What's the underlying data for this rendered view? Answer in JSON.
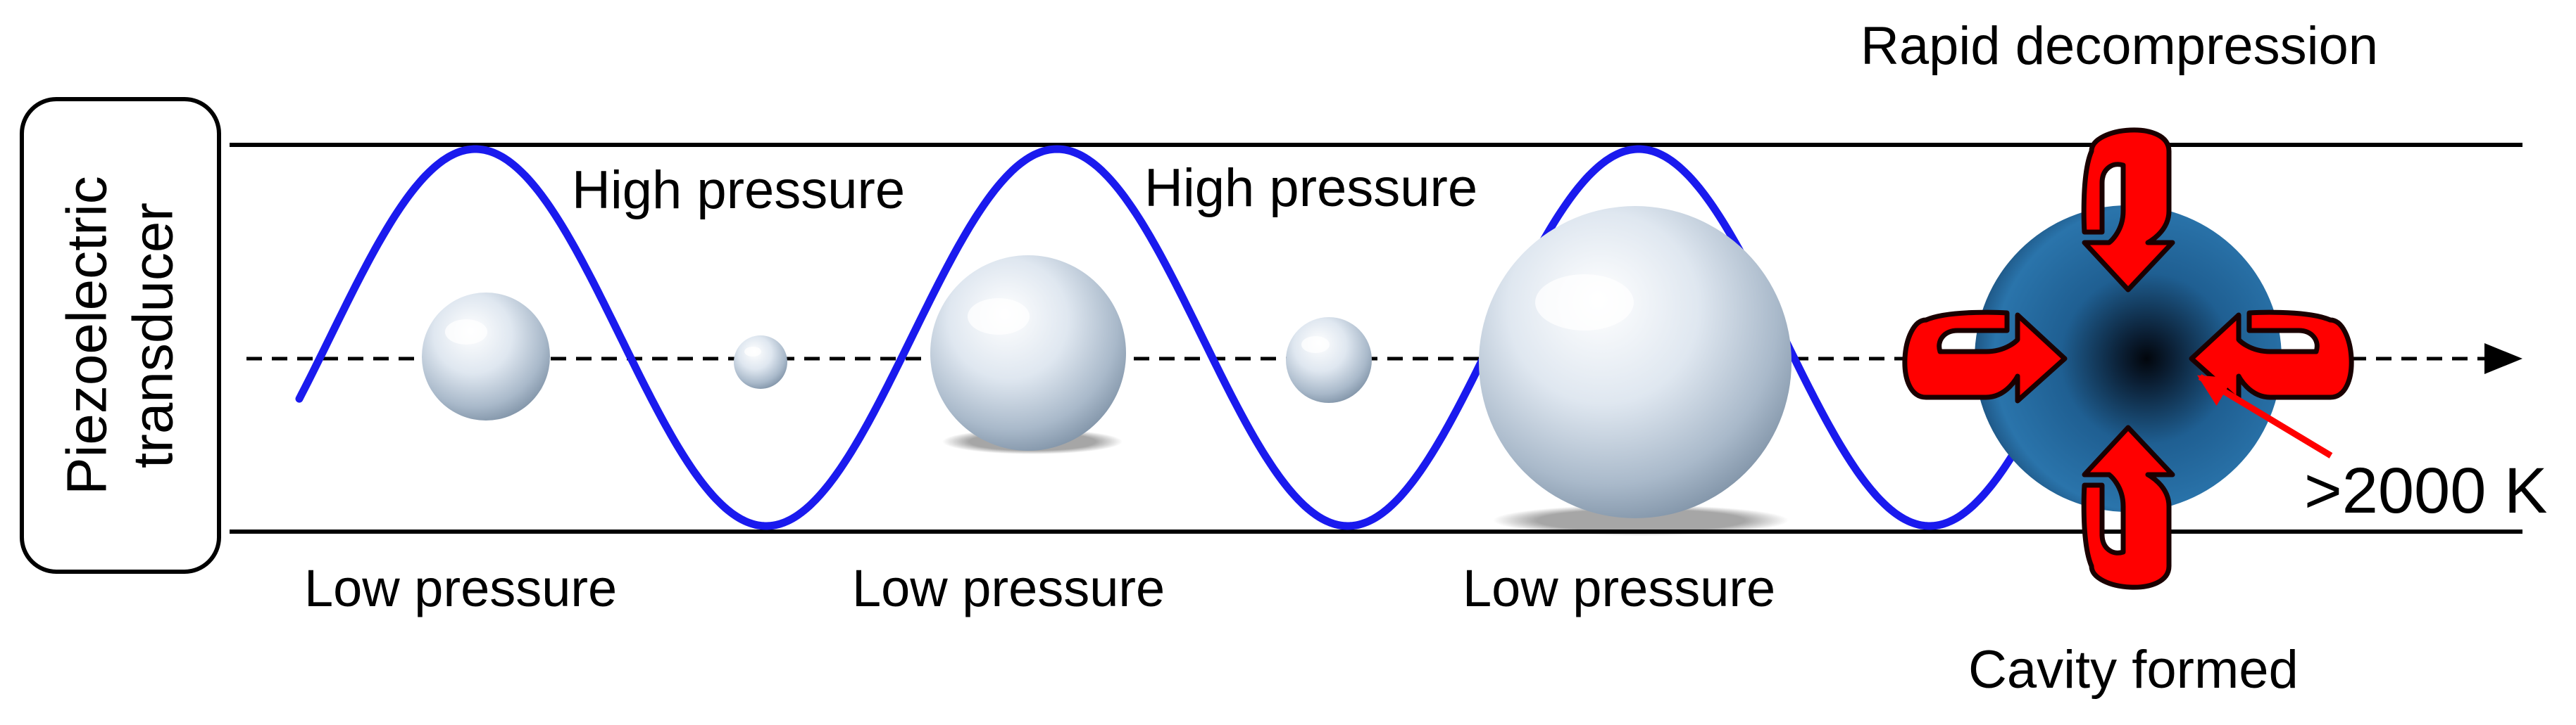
{
  "transducer": {
    "line1": "Piezoelectric",
    "line2": "transducer"
  },
  "labels": {
    "high_pressure_1": "High pressure",
    "high_pressure_2": "High pressure",
    "low_pressure_1": "Low pressure",
    "low_pressure_2": "Low pressure",
    "low_pressure_3": "Low pressure",
    "rapid_decompression": "Rapid decompression",
    "cavity_formed": "Cavity formed",
    "temperature": ">2000 K"
  },
  "colors": {
    "wave": "#1a1aee",
    "arrows": "#ff0000",
    "arrow_outline": "#1a0000",
    "bubble_light": "#f4f8fc",
    "bubble_dark": "#7f92a6",
    "cavity_dark": "#0a1c30",
    "cavity_mid": "#1f5f92"
  },
  "icons": {
    "bubbles": "bubble-sphere-icon",
    "cavity": "collapsing-cavity-icon",
    "arrows": "curved-arrow-icon"
  }
}
